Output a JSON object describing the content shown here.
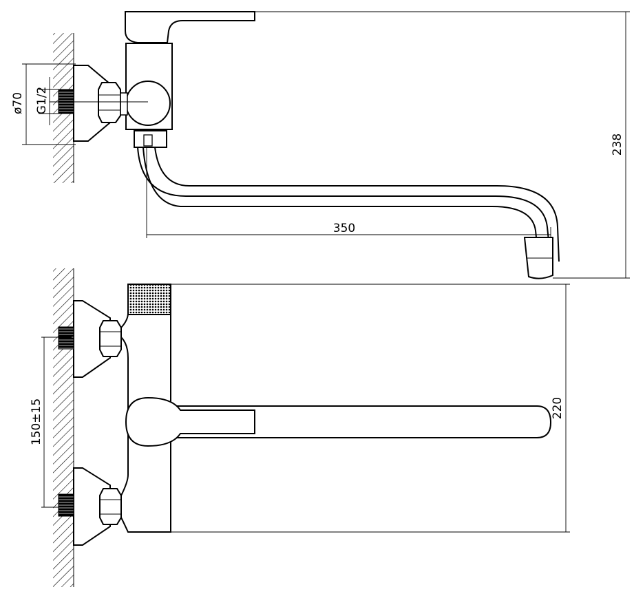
{
  "drawing": {
    "side_view": {
      "outlet_diameter": "ø70",
      "thread_size": "G1/2",
      "spout_reach": "350",
      "height_to_spout": "238"
    },
    "front_view": {
      "inlet_spacing": "150±15",
      "body_height": "220"
    }
  }
}
